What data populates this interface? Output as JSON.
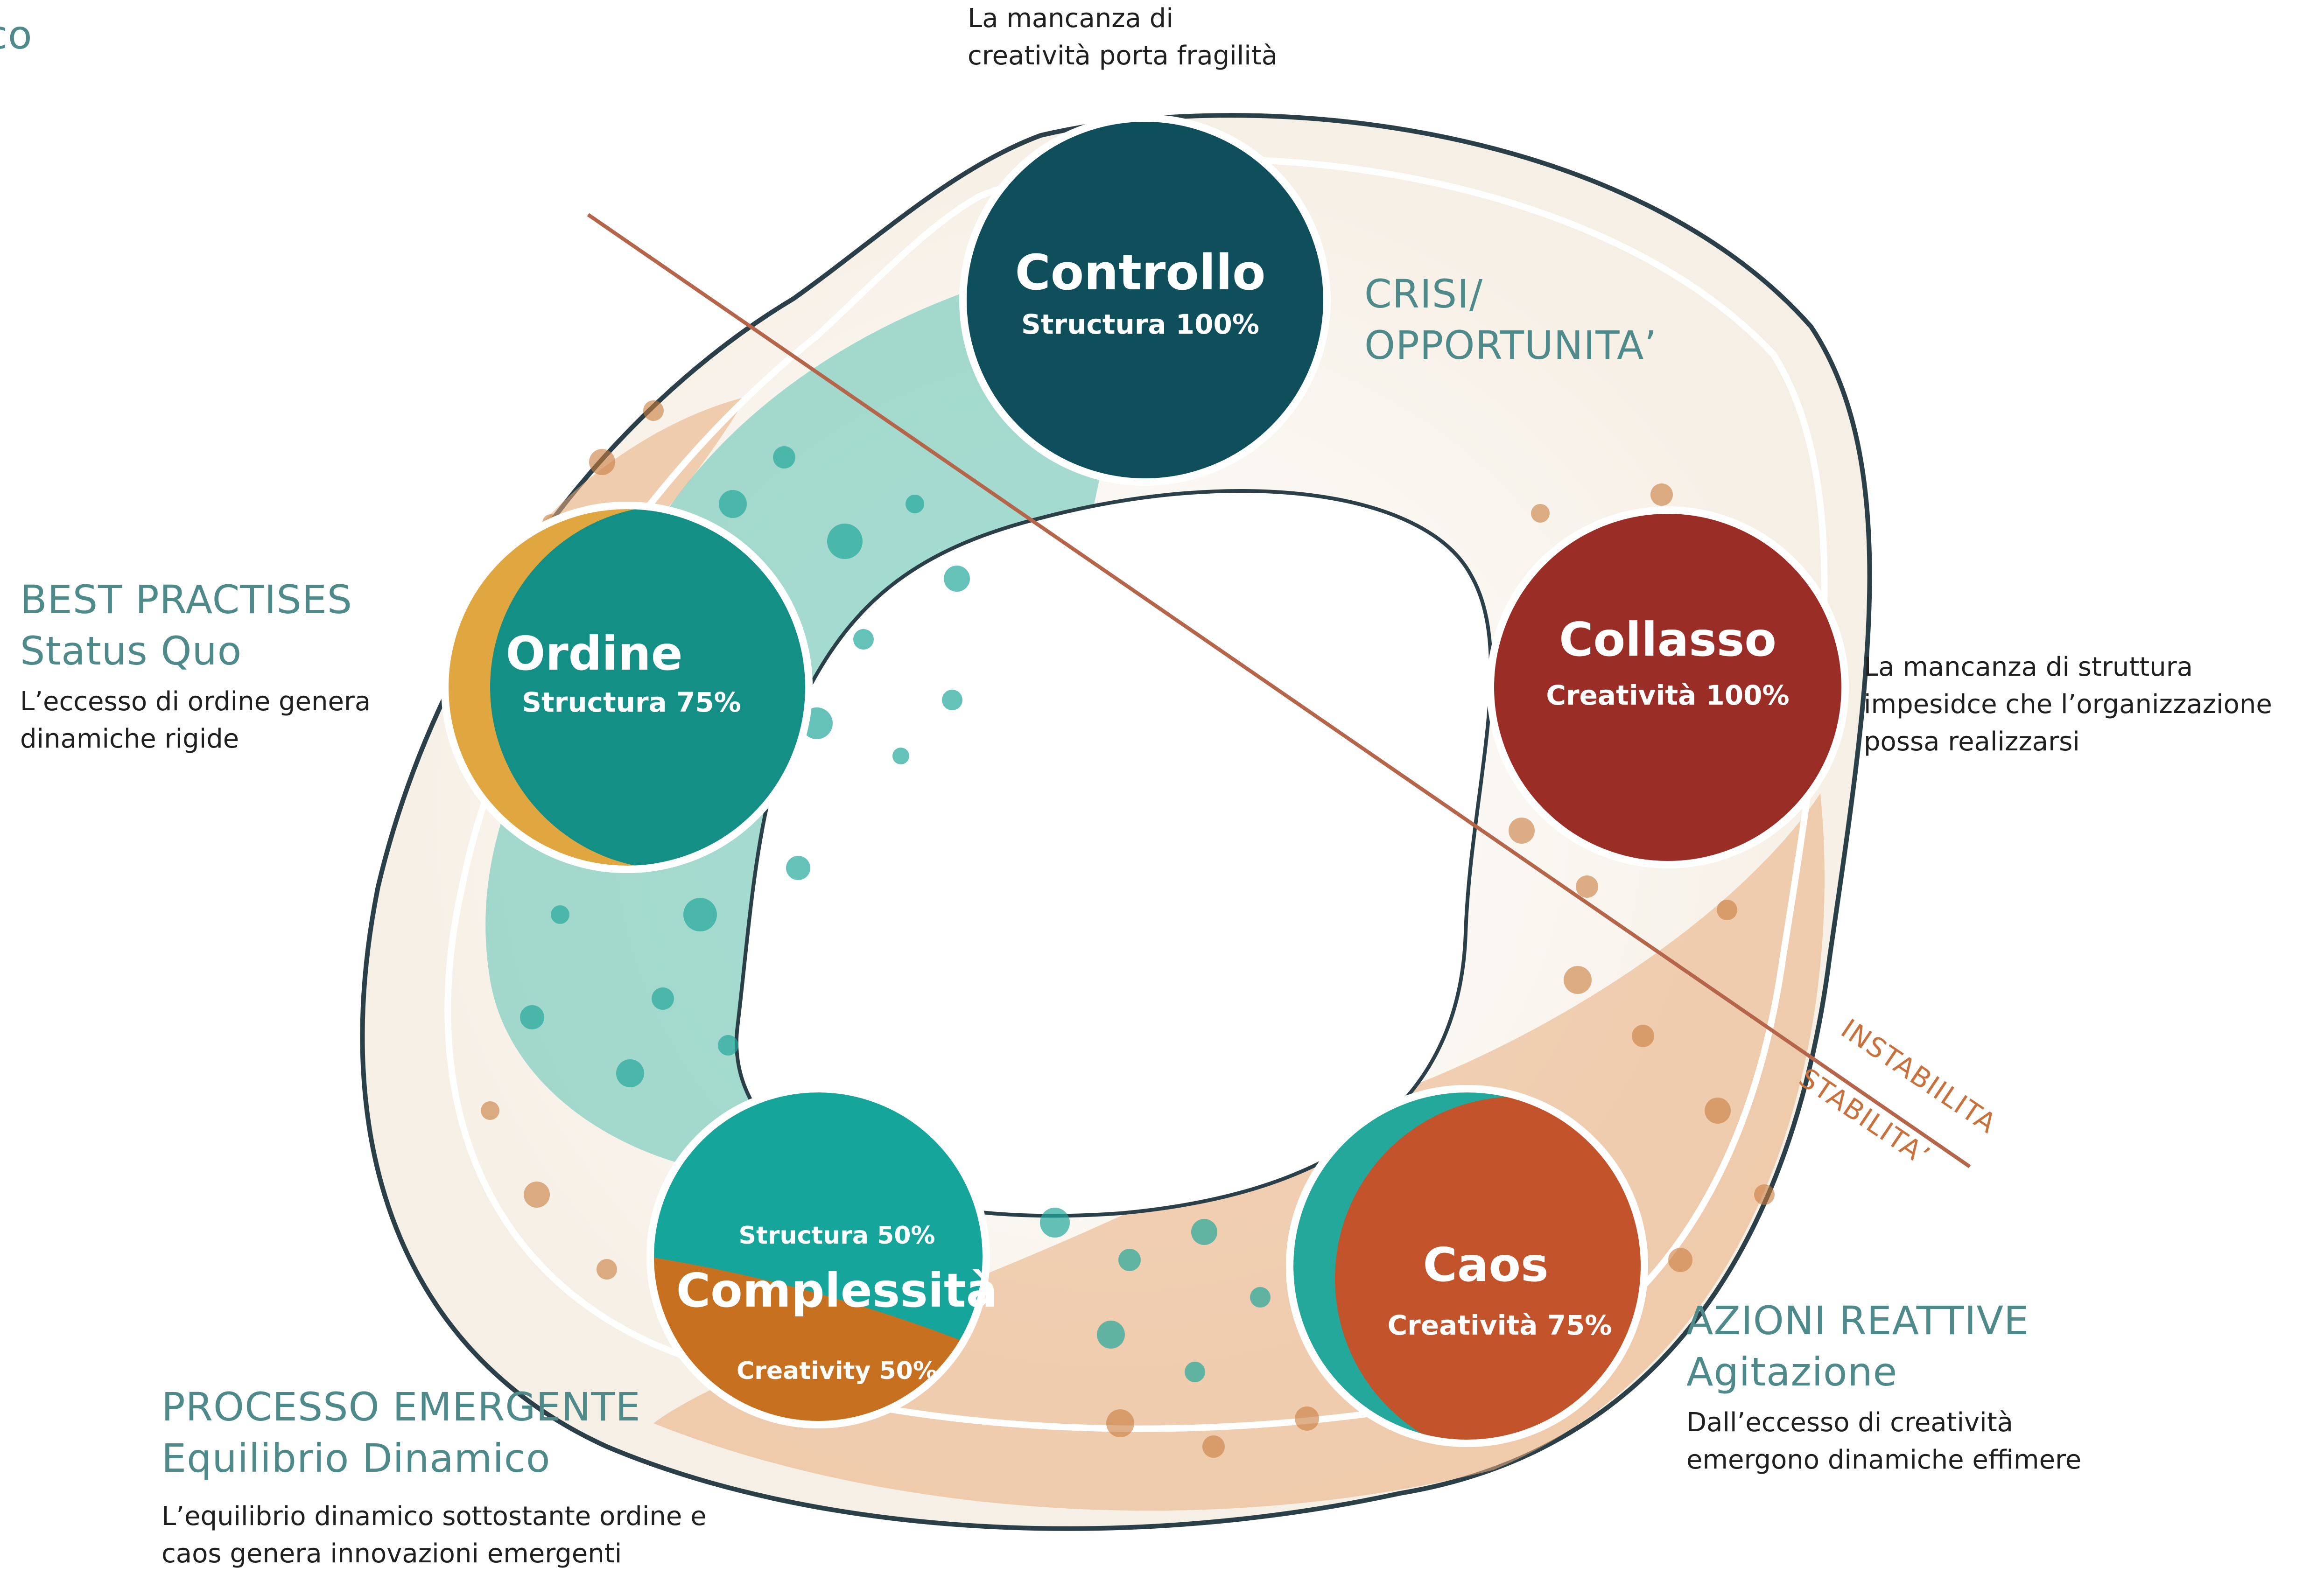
{
  "corner_fragment": "co",
  "top_note": {
    "line1": "La mancanza di",
    "line2": "creatività porta fragilità"
  },
  "crisis": {
    "line1": "CRISI/",
    "line2": "OPPORTUNITA’"
  },
  "best_practises": {
    "heading": "BEST PRACTISES",
    "subheading": "Status Quo",
    "line1": "L’eccesso di ordine genera",
    "line2": "dinamiche rigide"
  },
  "collasso_note": {
    "line1": "La mancanza di struttura",
    "line2": "impesidce che l’organizzazione",
    "line3": "possa realizzarsi"
  },
  "azioni_reattive": {
    "heading": "AZIONI REATTIVE",
    "subheading": "Agitazione",
    "line1": "Dall’eccesso di creatività",
    "line2": "emergono dinamiche effimere"
  },
  "processo_emergente": {
    "heading": "PROCESSO EMERGENTE",
    "subheading": "Equilibrio Dinamico",
    "line1": "L’equilibrio dinamico sottostante ordine e",
    "line2": "caos genera innovazioni emergenti"
  },
  "divider_labels": {
    "instabilita": "INSTABIILITA",
    "stabilita": "STABILITA’"
  },
  "nodes": {
    "controllo": {
      "title": "Controllo",
      "sub": "Structura 100%"
    },
    "ordine": {
      "title": "Ordine",
      "sub": "Structura  75%"
    },
    "collasso": {
      "title": "Collasso",
      "sub": "Creatività 100%"
    },
    "caos": {
      "title": "Caos",
      "sub": "Creatività 75%"
    },
    "complessita": {
      "title": "Complessità",
      "sub_top": "Structura 50%",
      "sub_bottom": "Creativity 50%"
    }
  },
  "colors": {
    "controllo": "#0f4f5c",
    "ordine": "#138f86",
    "ordine_mustard": "#e0a640",
    "collasso": "#9a2e27",
    "caos": "#c2532b",
    "caos_teal": "#23a89b",
    "complessita_teal": "#16a59b",
    "complessita_orange": "#c7701f",
    "ring_teal": "#5cc2b3",
    "ring_orange": "#e9ad7e",
    "divider_line": "#b4654a",
    "heading_text": "#4f8a8b",
    "divider_label": "#c8713c"
  }
}
